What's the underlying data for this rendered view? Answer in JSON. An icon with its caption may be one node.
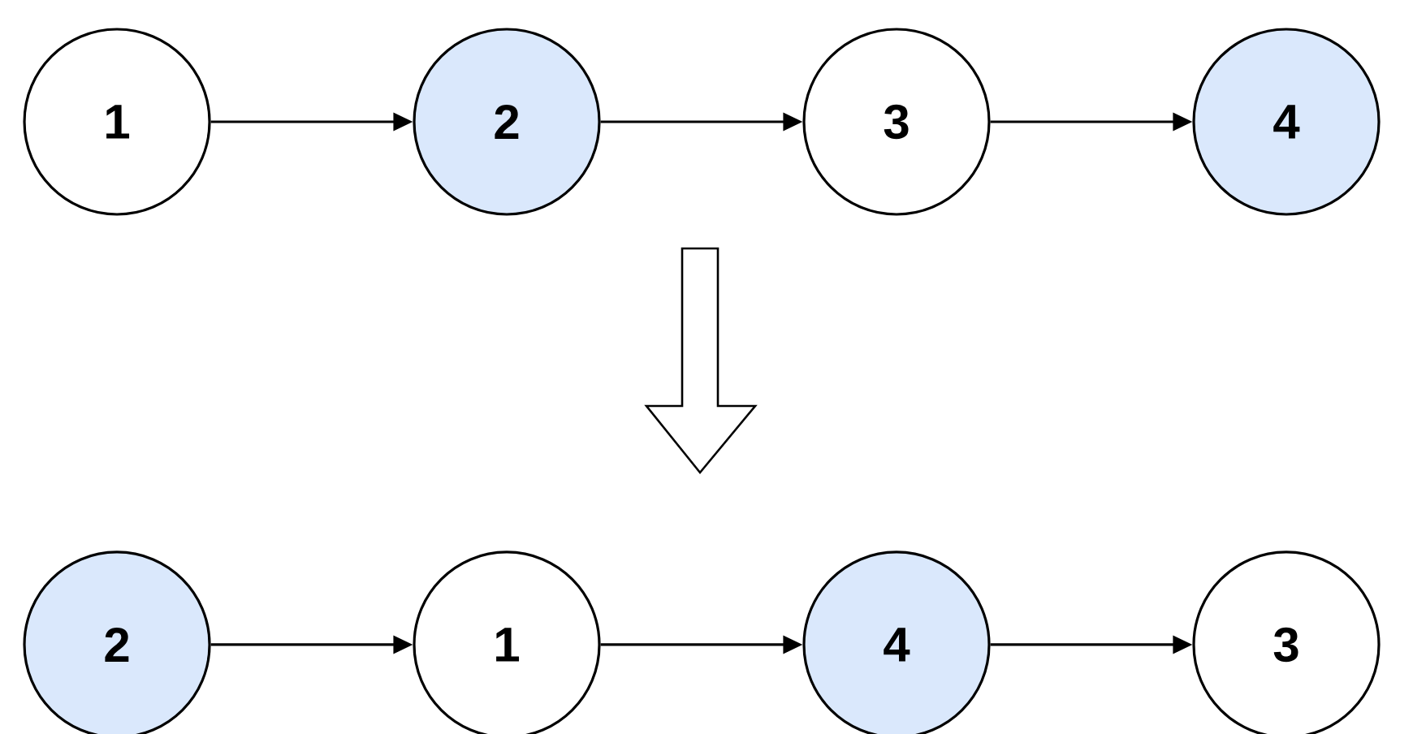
{
  "diagram": {
    "nodes": [
      {
        "text": [
          "1"
        ]
      },
      {
        "text": [
          "2"
        ]
      },
      {
        "text": [
          "3"
        ]
      },
      {
        "text": [
          "4"
        ]
      },
      {
        "text": [
          "2"
        ]
      },
      {
        "text": [
          "1"
        ]
      },
      {
        "text": [
          "4"
        ]
      },
      {
        "text": [
          "3"
        ]
      }
    ],
    "edges": [
      {
        "from": 0,
        "to": 1,
        "arrow": "to"
      },
      {
        "from": 1,
        "to": 2,
        "arrow": "to"
      },
      {
        "from": 2,
        "to": 3,
        "arrow": "to"
      },
      {
        "from": 4,
        "to": 5,
        "arrow": "to"
      },
      {
        "from": 5,
        "to": 6,
        "arrow": "to"
      },
      {
        "from": 6,
        "to": 7,
        "arrow": "to"
      }
    ]
  }
}
